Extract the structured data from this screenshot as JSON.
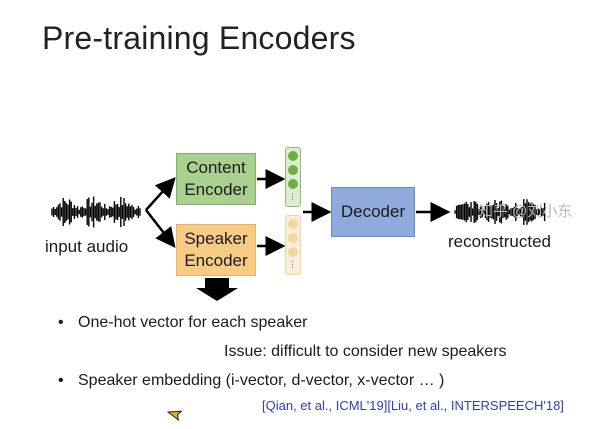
{
  "title": "Pre-training Encoders",
  "diagram": {
    "input_label": "input audio",
    "content_encoder": [
      "Content",
      "Encoder"
    ],
    "speaker_encoder": [
      "Speaker",
      "Encoder"
    ],
    "decoder": "Decoder",
    "output_label": "reconstructed",
    "vector_ellipsis": "…"
  },
  "bullets": [
    "One-hot vector for each speaker",
    "Speaker embedding (i-vector, d-vector, x-vector … )"
  ],
  "issue": "Issue: difficult to consider new speakers",
  "citation": "[Qian, et al., ICML'19][Liu, et al., INTERSPEECH'18]",
  "watermark": "知乎 @刘小东",
  "colors": {
    "content_encoder": "#a9d08e",
    "speaker_encoder": "#f8cb84",
    "decoder": "#8faadc",
    "citation": "#2a3fc4"
  }
}
